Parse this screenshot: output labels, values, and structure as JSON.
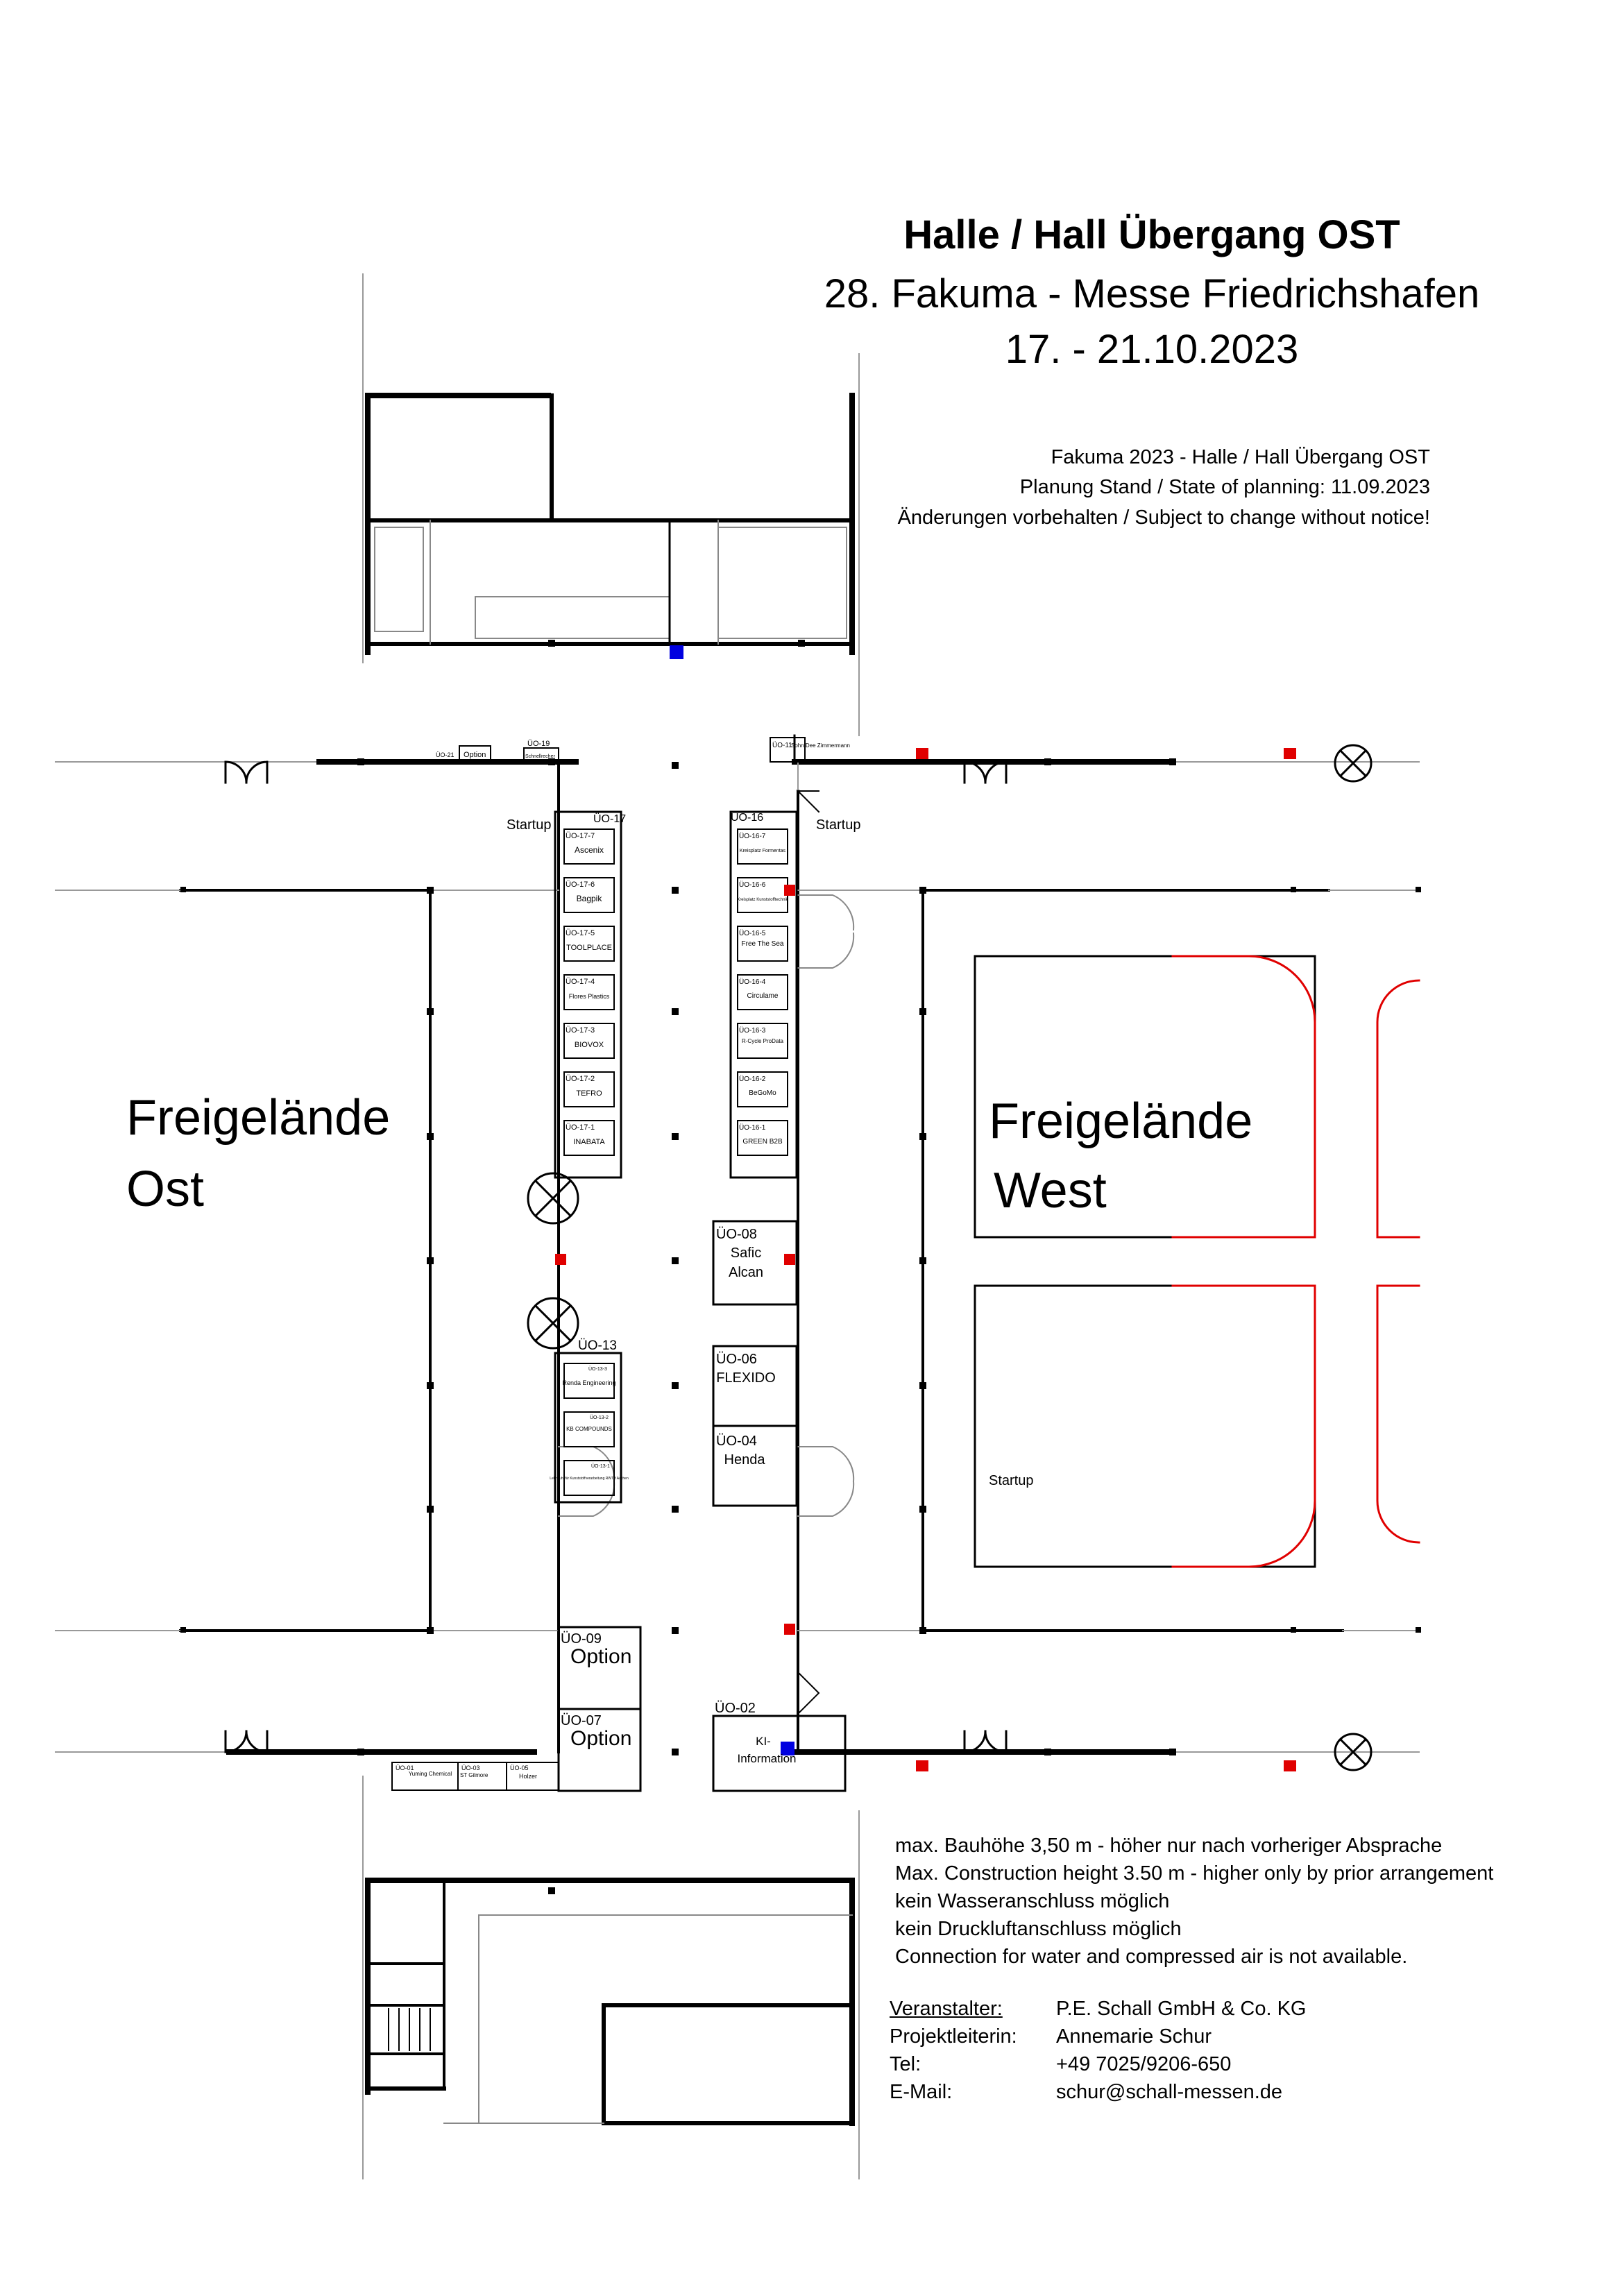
{
  "header": {
    "title": "Halle / Hall Übergang OST",
    "subtitle": "28. Fakuma - Messe Friedrichshafen",
    "dates": "17. - 21.10.2023"
  },
  "meta": {
    "line1": "Fakuma 2023 - Halle / Hall Übergang OST",
    "line2": "Planung Stand / State of planning: 11.09.2023",
    "line3": "Änderungen vorbehalten / Subject to change without notice!"
  },
  "areas": {
    "ost_line1": "Freigelände",
    "ost_line2": "Ost",
    "west_line1": "Freigelände",
    "west_line2": "West",
    "west_startup": "Startup"
  },
  "labels": {
    "startup_left": "Startup",
    "startup_right": "Startup"
  },
  "top_stands": {
    "uo21": "ÜO-21",
    "option": "Option",
    "uo19_code": "ÜO-19",
    "uo19_name": "Schnellrecher",
    "uo11_code": "ÜO-11",
    "uo11_name": "Sohn Dee Zimmermann"
  },
  "block_17": {
    "code": "ÜO-17",
    "booths": [
      {
        "code": "ÜO-17-7",
        "name": "Ascenix"
      },
      {
        "code": "ÜO-17-6",
        "name": "Bagpik"
      },
      {
        "code": "ÜO-17-5",
        "name": "TOOLPLACE"
      },
      {
        "code": "ÜO-17-4",
        "name": "Flores Plastics"
      },
      {
        "code": "ÜO-17-3",
        "name": "BIOVOX"
      },
      {
        "code": "ÜO-17-2",
        "name": "TEFRO"
      },
      {
        "code": "ÜO-17-1",
        "name": "INABATA"
      }
    ]
  },
  "block_16": {
    "code": "ÜO-16",
    "booths": [
      {
        "code": "ÜO-16-7",
        "name": "Kreisplatz Formentas"
      },
      {
        "code": "ÜO-16-6",
        "name": "Kreisplatz Kunststofftechnik"
      },
      {
        "code": "ÜO-16-5",
        "name": "Free The Sea"
      },
      {
        "code": "ÜO-16-4",
        "name": "Circulame"
      },
      {
        "code": "ÜO-16-3",
        "name": "R-Cycle ProData"
      },
      {
        "code": "ÜO-16-2",
        "name": "BeGoMo"
      },
      {
        "code": "ÜO-16-1",
        "name": "GREEN B2B"
      }
    ]
  },
  "block_13": {
    "code": "ÜO-13",
    "booths": [
      {
        "code": "ÜO-13-3",
        "name": "Renda Engineering"
      },
      {
        "code": "ÜO-13-2",
        "name": "KB COMPOUNDS"
      },
      {
        "code": "ÜO-13-1",
        "name": "Lehrstuhl für Kunststoffverarbeitung RWTH Aachen"
      }
    ]
  },
  "right_stands": {
    "uo08_code": "ÜO-08",
    "uo08_name1": "Safic",
    "uo08_name2": "Alcan",
    "uo06_code": "ÜO-06",
    "uo06_name": "FLEXIDO",
    "uo04_code": "ÜO-04",
    "uo04_name": "Henda",
    "uo02_code": "ÜO-02",
    "uo02_name1": "KI-",
    "uo02_name2": "Information"
  },
  "left_stands": {
    "uo09_code": "ÜO-09",
    "uo09_name": "Option",
    "uo07_code": "ÜO-07",
    "uo07_name": "Option",
    "uo01_code": "ÜO-01",
    "uo01_name": "Yuming Chemical",
    "uo03_code": "ÜO-03",
    "uo03_name": "ST Gilmore",
    "uo05_code": "ÜO-05",
    "uo05_name": "Holzer"
  },
  "notes": [
    "max. Bauhöhe 3,50 m - höher nur nach vorheriger Absprache",
    "Max. Construction height 3.50 m - higher only by prior arrangement",
    "kein Wasseranschluss möglich",
    "kein Druckluftanschluss möglich",
    "Connection for water and compressed air is not available."
  ],
  "contact": {
    "organizer_label": "Veranstalter:",
    "organizer_value": "P.E. Schall GmbH & Co. KG",
    "lead_label": "Projektleiterin:",
    "lead_value": "Annemarie Schur",
    "tel_label": "Tel:",
    "tel_value": "+49 7025/9206-650",
    "email_label": "E-Mail:",
    "email_value": "schur@schall-messen.de"
  },
  "colors": {
    "wall": "#000000",
    "thin": "#999999",
    "red_area": "#e00000",
    "marker_red": "#e00000",
    "marker_blue": "#0000e0"
  }
}
